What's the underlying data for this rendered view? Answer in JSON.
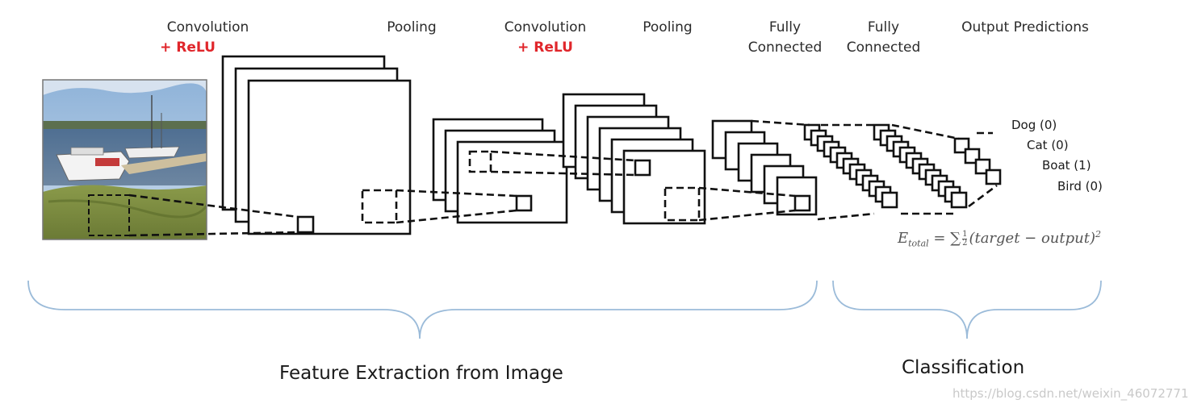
{
  "stage_labels": {
    "conv1": "Convolution",
    "conv1_relu": "+ ReLU",
    "pool1": "Pooling",
    "conv2": "Convolution",
    "conv2_relu": "+ ReLU",
    "pool2": "Pooling",
    "fc1_line1": "Fully",
    "fc1_line2": "Connected",
    "fc2_line1": "Fully",
    "fc2_line2": "Connected",
    "output": "Output Predictions"
  },
  "predictions": [
    {
      "label": "Dog (0)"
    },
    {
      "label": "Cat (0)"
    },
    {
      "label": "Boat (1)"
    },
    {
      "label": "Bird (0)"
    }
  ],
  "loss_formula": {
    "lhs": "E",
    "lhs_sub": "total",
    "equals_sum": " = ∑",
    "frac_num": "1",
    "frac_den": "2",
    "rhs": "(target − output)",
    "rhs_sup": "2"
  },
  "sections": {
    "feature_extraction": "Feature Extraction from Image",
    "classification": "Classification"
  },
  "watermark": "https://blog.csdn.net/weixin_46072771",
  "colors": {
    "relu": "#e0262b",
    "brace": "#9bbbd9",
    "box_stroke": "#111111"
  }
}
